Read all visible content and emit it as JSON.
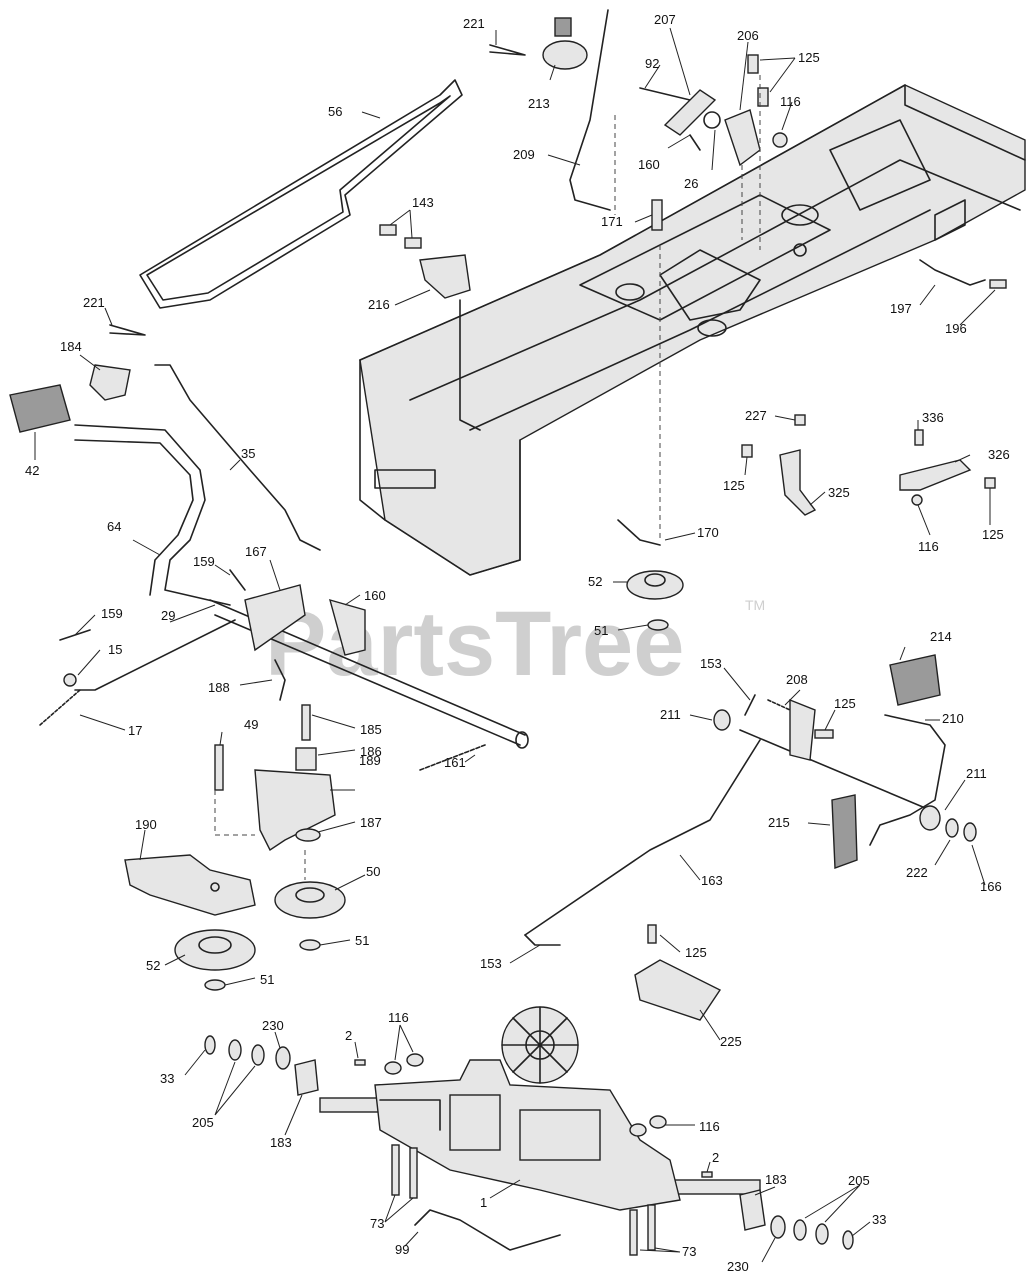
{
  "watermark": {
    "text": "PartsTree",
    "tm": "TM"
  },
  "callouts": [
    "221",
    "213",
    "207",
    "206",
    "125",
    "92",
    "56",
    "116",
    "209",
    "160",
    "26",
    "143",
    "171",
    "216",
    "197",
    "196",
    "221",
    "184",
    "42",
    "35",
    "227",
    "336",
    "326",
    "125",
    "325",
    "125",
    "116",
    "64",
    "159",
    "167",
    "160",
    "170",
    "52",
    "159",
    "29",
    "15",
    "51",
    "214",
    "153",
    "208",
    "188",
    "211",
    "125",
    "210",
    "17",
    "49",
    "185",
    "186",
    "161",
    "189",
    "211",
    "187",
    "190",
    "215",
    "50",
    "163",
    "222",
    "166",
    "51",
    "52",
    "51",
    "125",
    "153",
    "225",
    "230",
    "116",
    "33",
    "2",
    "205",
    "183",
    "116",
    "2",
    "183",
    "205",
    "1",
    "33",
    "73",
    "99",
    "73",
    "230"
  ]
}
